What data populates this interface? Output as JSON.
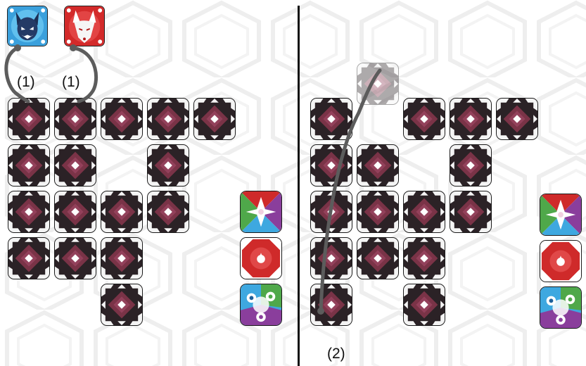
{
  "annotations": {
    "left_a": "(1)",
    "left_b": "(1)",
    "right": "(2)"
  },
  "colors": {
    "tile_dark": "#2b2226",
    "tile_center": "#7a3347",
    "tile_white": "#f4f4f4",
    "arrow": "#5c5c5c",
    "divider": "#111111",
    "red_card": "#cf2a2a",
    "blue_card": "#3ea8e0",
    "green": "#4fa84a",
    "purple": "#8a3e9c"
  },
  "characters": [
    {
      "name": "blue-wolf-portrait",
      "color": "#3aa0dc"
    },
    {
      "name": "white-fox-red-portrait",
      "color": "#d32a2a"
    }
  ],
  "boards": {
    "left": {
      "side_cards": [
        "compass-card",
        "red-element-card",
        "tri-element-card"
      ]
    },
    "right": {
      "side_cards": [
        "compass-card",
        "red-element-card",
        "tri-element-card"
      ]
    }
  }
}
